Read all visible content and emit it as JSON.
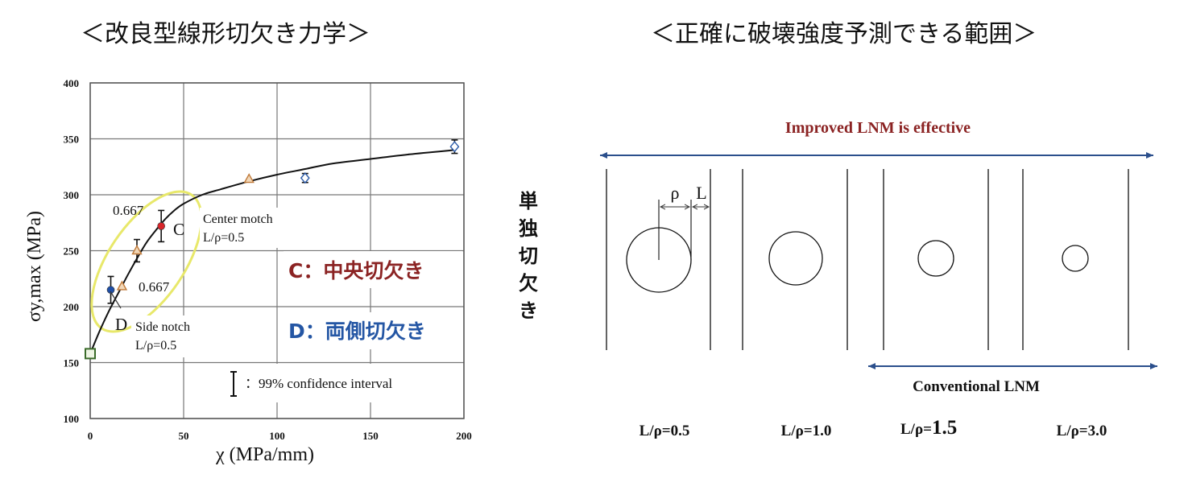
{
  "left_title": "＜改良型線形切欠き力学＞",
  "right_title": "＜正確に破壊強度予測できる範囲＞",
  "chart_data": {
    "type": "scatter",
    "xlabel": "χ (MPa/mm)",
    "ylabel": "σy,max (MPa)",
    "xlim": [
      0,
      200
    ],
    "ylim": [
      100,
      400
    ],
    "x_ticks": [
      "0",
      "50",
      "100",
      "150",
      "200"
    ],
    "y_ticks": [
      "100",
      "150",
      "200",
      "250",
      "300",
      "350",
      "400"
    ],
    "grid": true,
    "points": [
      {
        "marker": "square",
        "color": "#3a6b2a",
        "x": 0,
        "y": 158,
        "err": 0
      },
      {
        "marker": "circle",
        "color": "#1f4fa8",
        "x": 11,
        "y": 215,
        "err": 12
      },
      {
        "marker": "triangle",
        "color": "#c07a3a",
        "x": 17,
        "y": 218,
        "err": 0
      },
      {
        "marker": "triangle",
        "color": "#c07a3a",
        "x": 25,
        "y": 250,
        "err": 10
      },
      {
        "marker": "circle",
        "color": "#d8262b",
        "x": 38,
        "y": 272,
        "err": 14
      },
      {
        "marker": "triangle",
        "color": "#c07a3a",
        "x": 85,
        "y": 314,
        "err": 0
      },
      {
        "marker": "diamond",
        "color": "#2a5aa8",
        "x": 115,
        "y": 315,
        "err": 4
      },
      {
        "marker": "diamond",
        "color": "#2a5aa8",
        "x": 195,
        "y": 343,
        "err": 6
      }
    ],
    "curve": {
      "x": [
        0,
        5,
        10,
        15,
        20,
        25,
        30,
        35,
        40,
        45,
        50,
        60,
        70,
        85,
        100,
        115,
        130,
        150,
        170,
        195
      ],
      "y": [
        158,
        178,
        196,
        212,
        228,
        243,
        257,
        268,
        278,
        286,
        292,
        300,
        305,
        312,
        318,
        323,
        328,
        332,
        336,
        340
      ]
    },
    "annotations": {
      "upper_value": "0.667",
      "lower_value": "0.667",
      "c_letter": "C",
      "d_letter": "D",
      "center_notch": "Center motch",
      "center_ratio": "L/ρ=0.5",
      "side_notch": "Side notch",
      "side_ratio": "L/ρ=0.5",
      "c_legend": "C：中央切欠き",
      "d_legend": "D：両側切欠き",
      "ci_legend": "：99%  confidence interval"
    },
    "colors": {
      "c_legend": "#8b2323",
      "d_legend": "#2456a4",
      "ellipse": "#e8e86a"
    }
  },
  "diagram": {
    "improved_label": "Improved LNM is effective",
    "conventional_label": "Conventional  LNM",
    "side_label_chars": [
      "単",
      "独",
      "切",
      "欠",
      "き"
    ],
    "rho_label": "ρ",
    "l_label": "L",
    "ratios": [
      "L/ρ=0.5",
      "L/ρ=1.0",
      "L/ρ=",
      "L/ρ=3.0"
    ],
    "ratio3_value": "1.5",
    "improved_color": "#8b2323",
    "arrow_color": "#2b4f8c"
  }
}
